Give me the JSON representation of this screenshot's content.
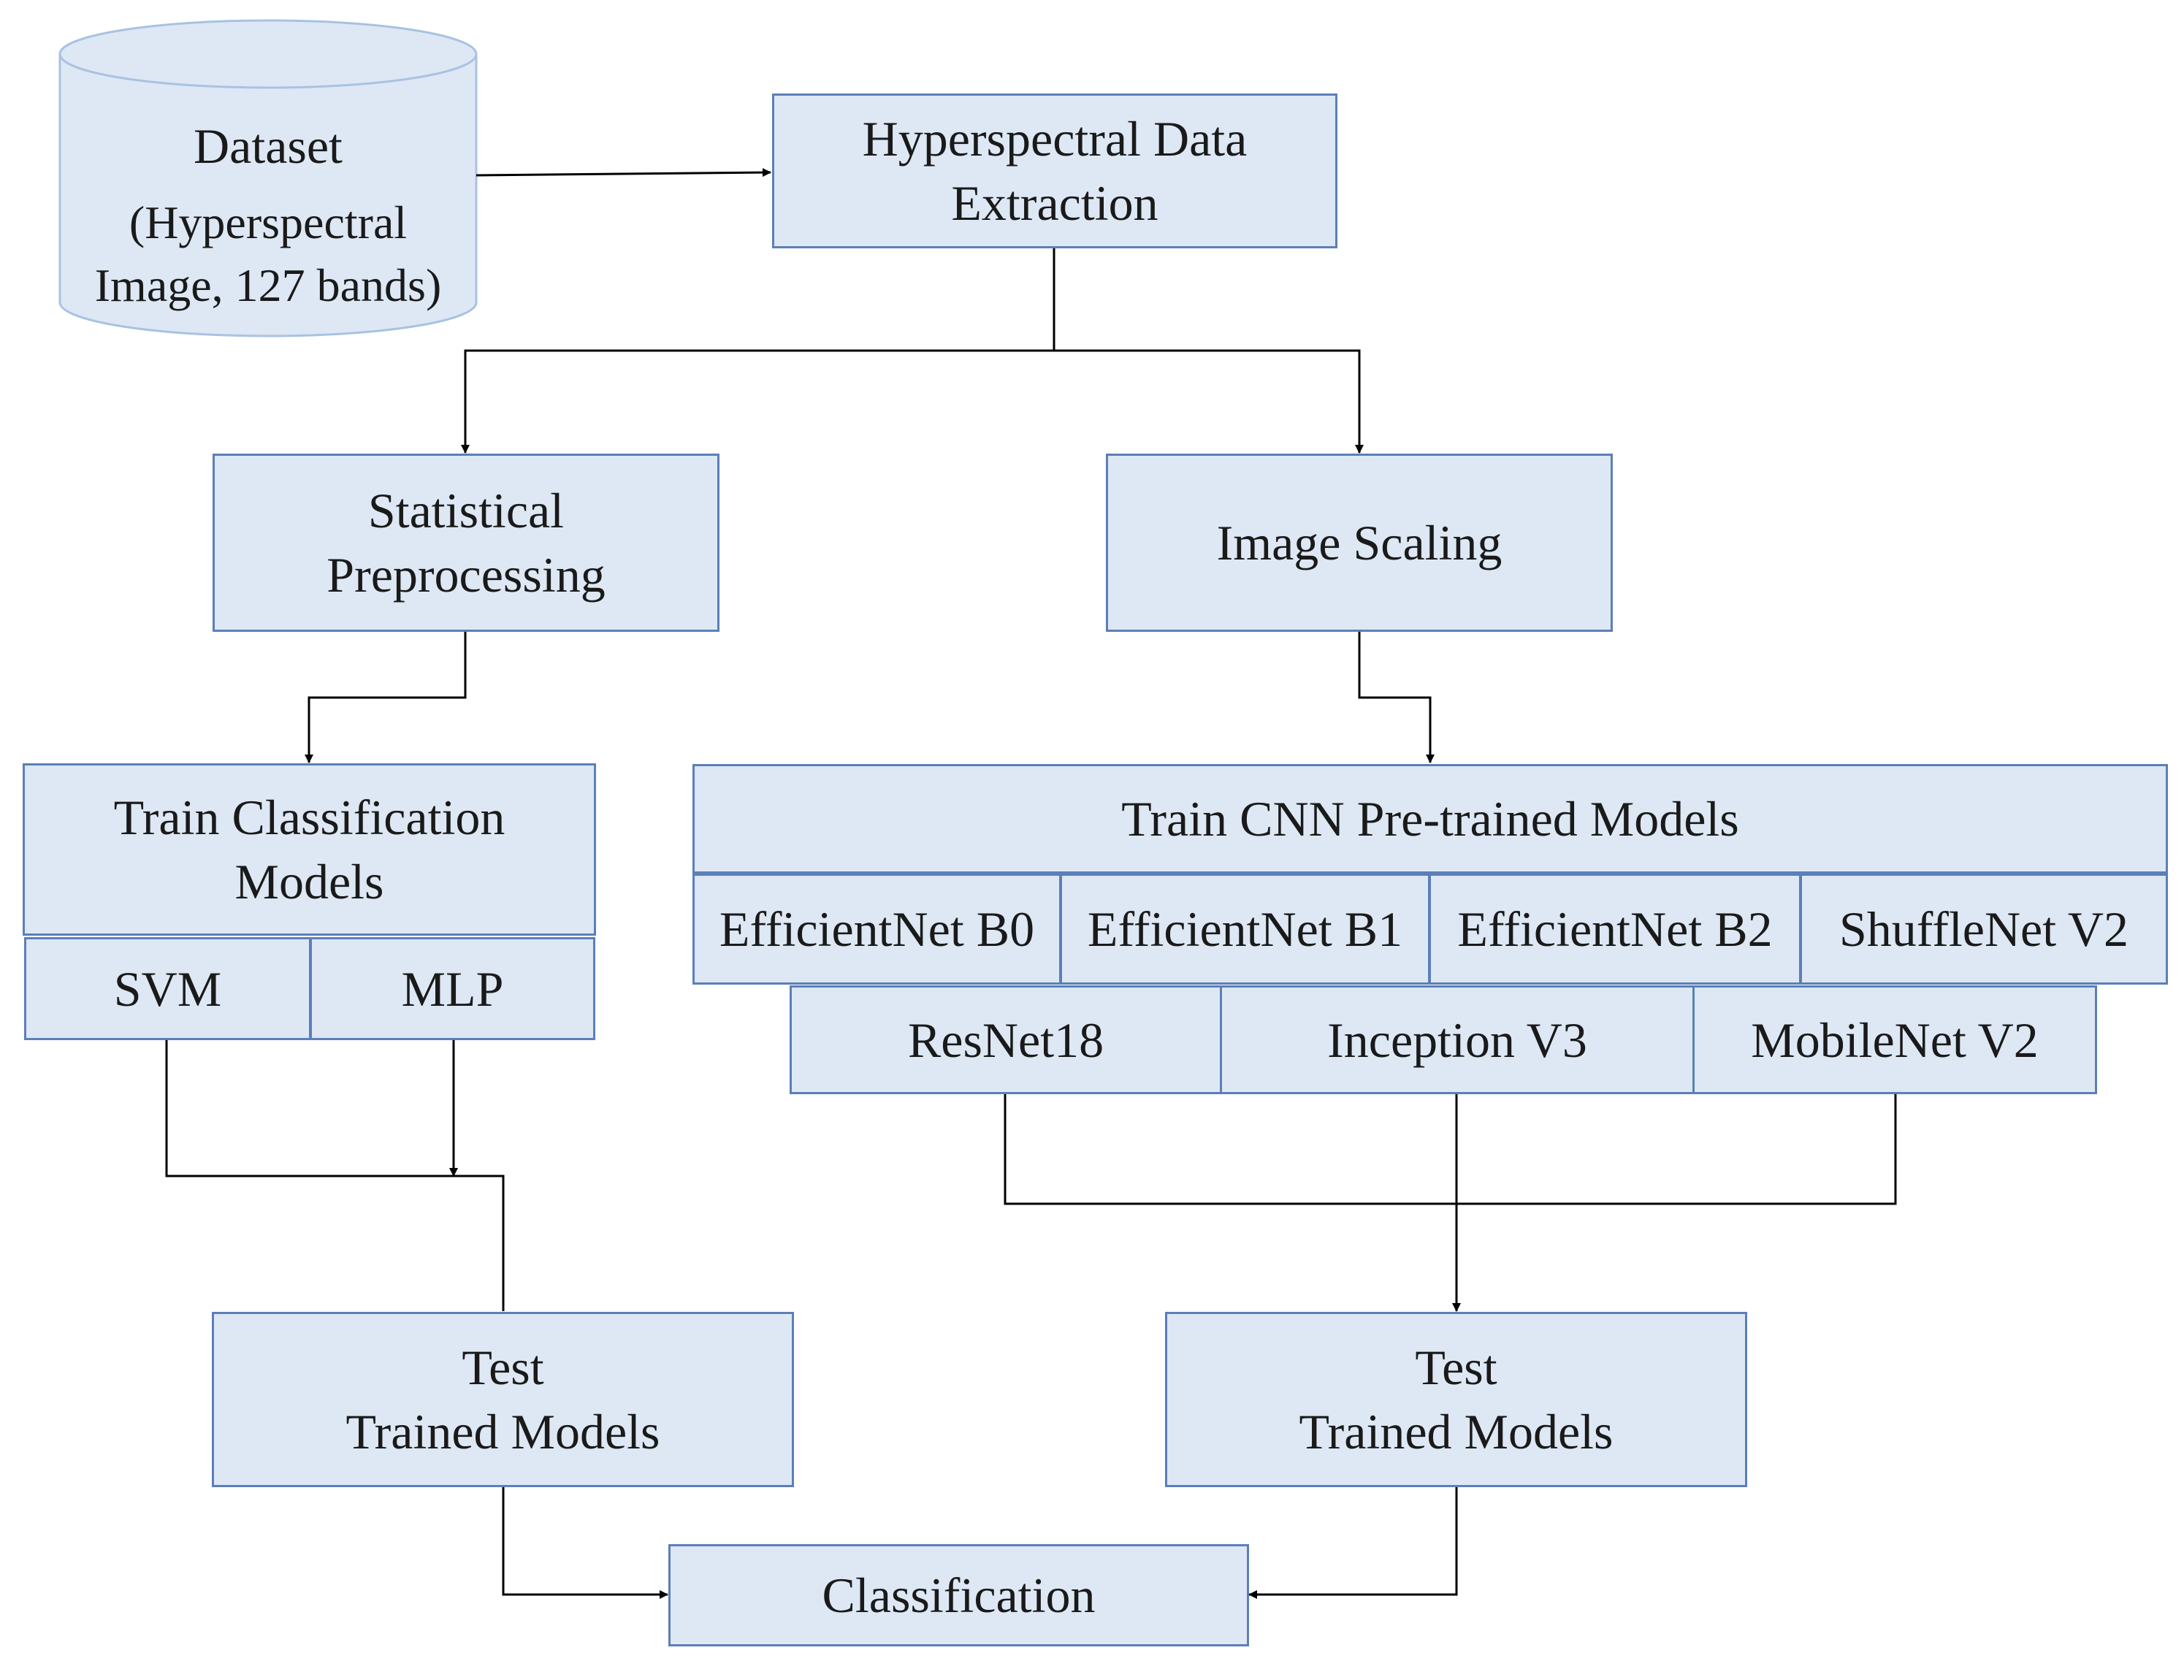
{
  "dataset": {
    "title": "Dataset",
    "subtitle": "(Hyperspectral\nImage, 127 bands)"
  },
  "nodes": {
    "extraction": "Hyperspectral Data\nExtraction",
    "stat_pre": "Statistical\nPreprocessing",
    "scaling": "Image Scaling",
    "train_cls": "Train Classification\nModels",
    "svm": "SVM",
    "mlp": "MLP",
    "train_cnn": "Train CNN Pre-trained Models",
    "effb0": "EfficientNet B0",
    "effb1": "EfficientNet B1",
    "effb2": "EfficientNet B2",
    "shuffle": "ShuffleNet V2",
    "resnet": "ResNet18",
    "inception": "Inception V3",
    "mobilenet": "MobileNet V2",
    "test_left": "Test\nTrained Models",
    "test_right": "Test\nTrained Models",
    "classification": "Classification"
  },
  "colors": {
    "box_fill": "#dde8f4",
    "box_border": "#5b7fb8",
    "line": "#000000"
  }
}
